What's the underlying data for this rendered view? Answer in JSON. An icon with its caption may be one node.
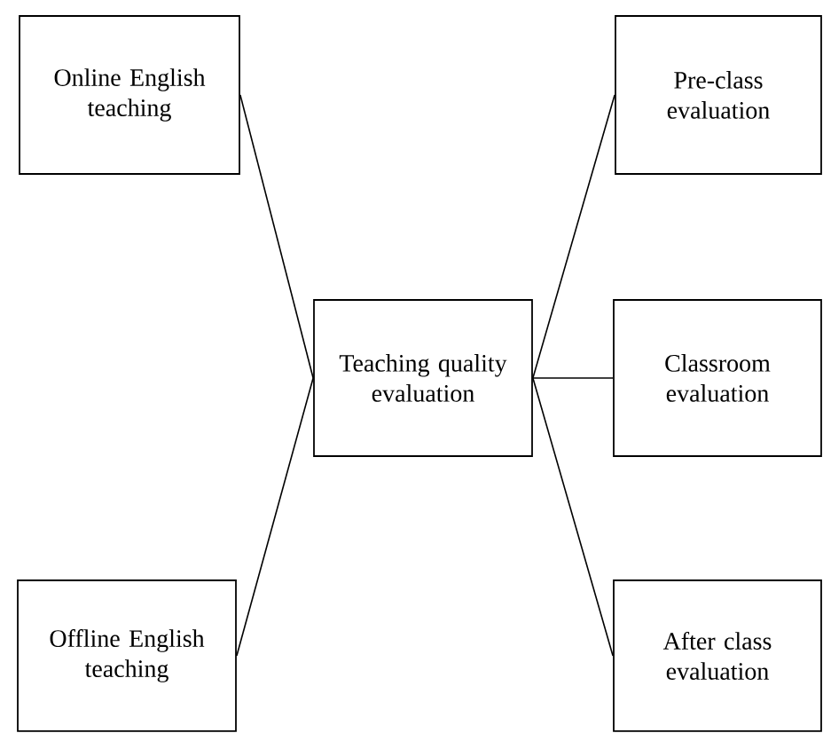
{
  "diagram": {
    "nodes": [
      {
        "text": [
          "Online English teaching"
        ]
      },
      {
        "text": [
          "Pre-class evaluation"
        ]
      },
      {
        "text": [
          "Teaching quality evaluation"
        ]
      },
      {
        "text": [
          "Classroom evaluation"
        ]
      },
      {
        "text": [
          "Offline English teaching"
        ]
      },
      {
        "text": [
          "After class evaluation"
        ]
      }
    ],
    "edges": [
      {
        "from": 0,
        "to": 2,
        "arrow": "none"
      },
      {
        "from": 4,
        "to": 2,
        "arrow": "none"
      },
      {
        "from": 2,
        "to": 1,
        "arrow": "none"
      },
      {
        "from": 2,
        "to": 3,
        "arrow": "none"
      },
      {
        "from": 2,
        "to": 5,
        "arrow": "none"
      }
    ]
  }
}
